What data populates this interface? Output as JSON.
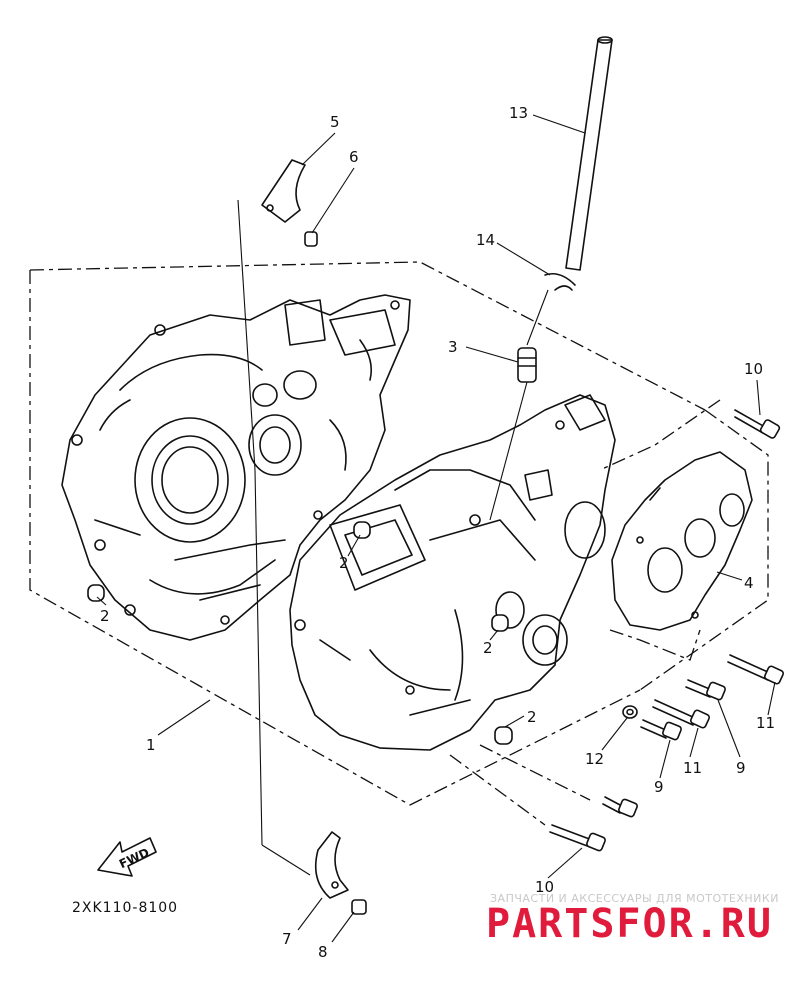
{
  "diagram": {
    "part_code": "2XK110-8100",
    "fwd_label": "FWD",
    "callouts": {
      "c1": "1",
      "c2a": "2",
      "c2b": "2",
      "c2c": "2",
      "c2d": "2",
      "c3": "3",
      "c4": "4",
      "c5": "5",
      "c6": "6",
      "c7": "7",
      "c8": "8",
      "c9a": "9",
      "c9b": "9",
      "c10a": "10",
      "c10b": "10",
      "c11a": "11",
      "c11b": "11",
      "c12": "12",
      "c13": "13",
      "c14": "14"
    }
  },
  "watermark": {
    "tagline": "ЗАПЧАСТИ И АКСЕССУАРЫ ДЛЯ МОТОТЕХНИКИ",
    "brand": "PARTSFOR.RU",
    "brand_color": "#e01b3c"
  }
}
